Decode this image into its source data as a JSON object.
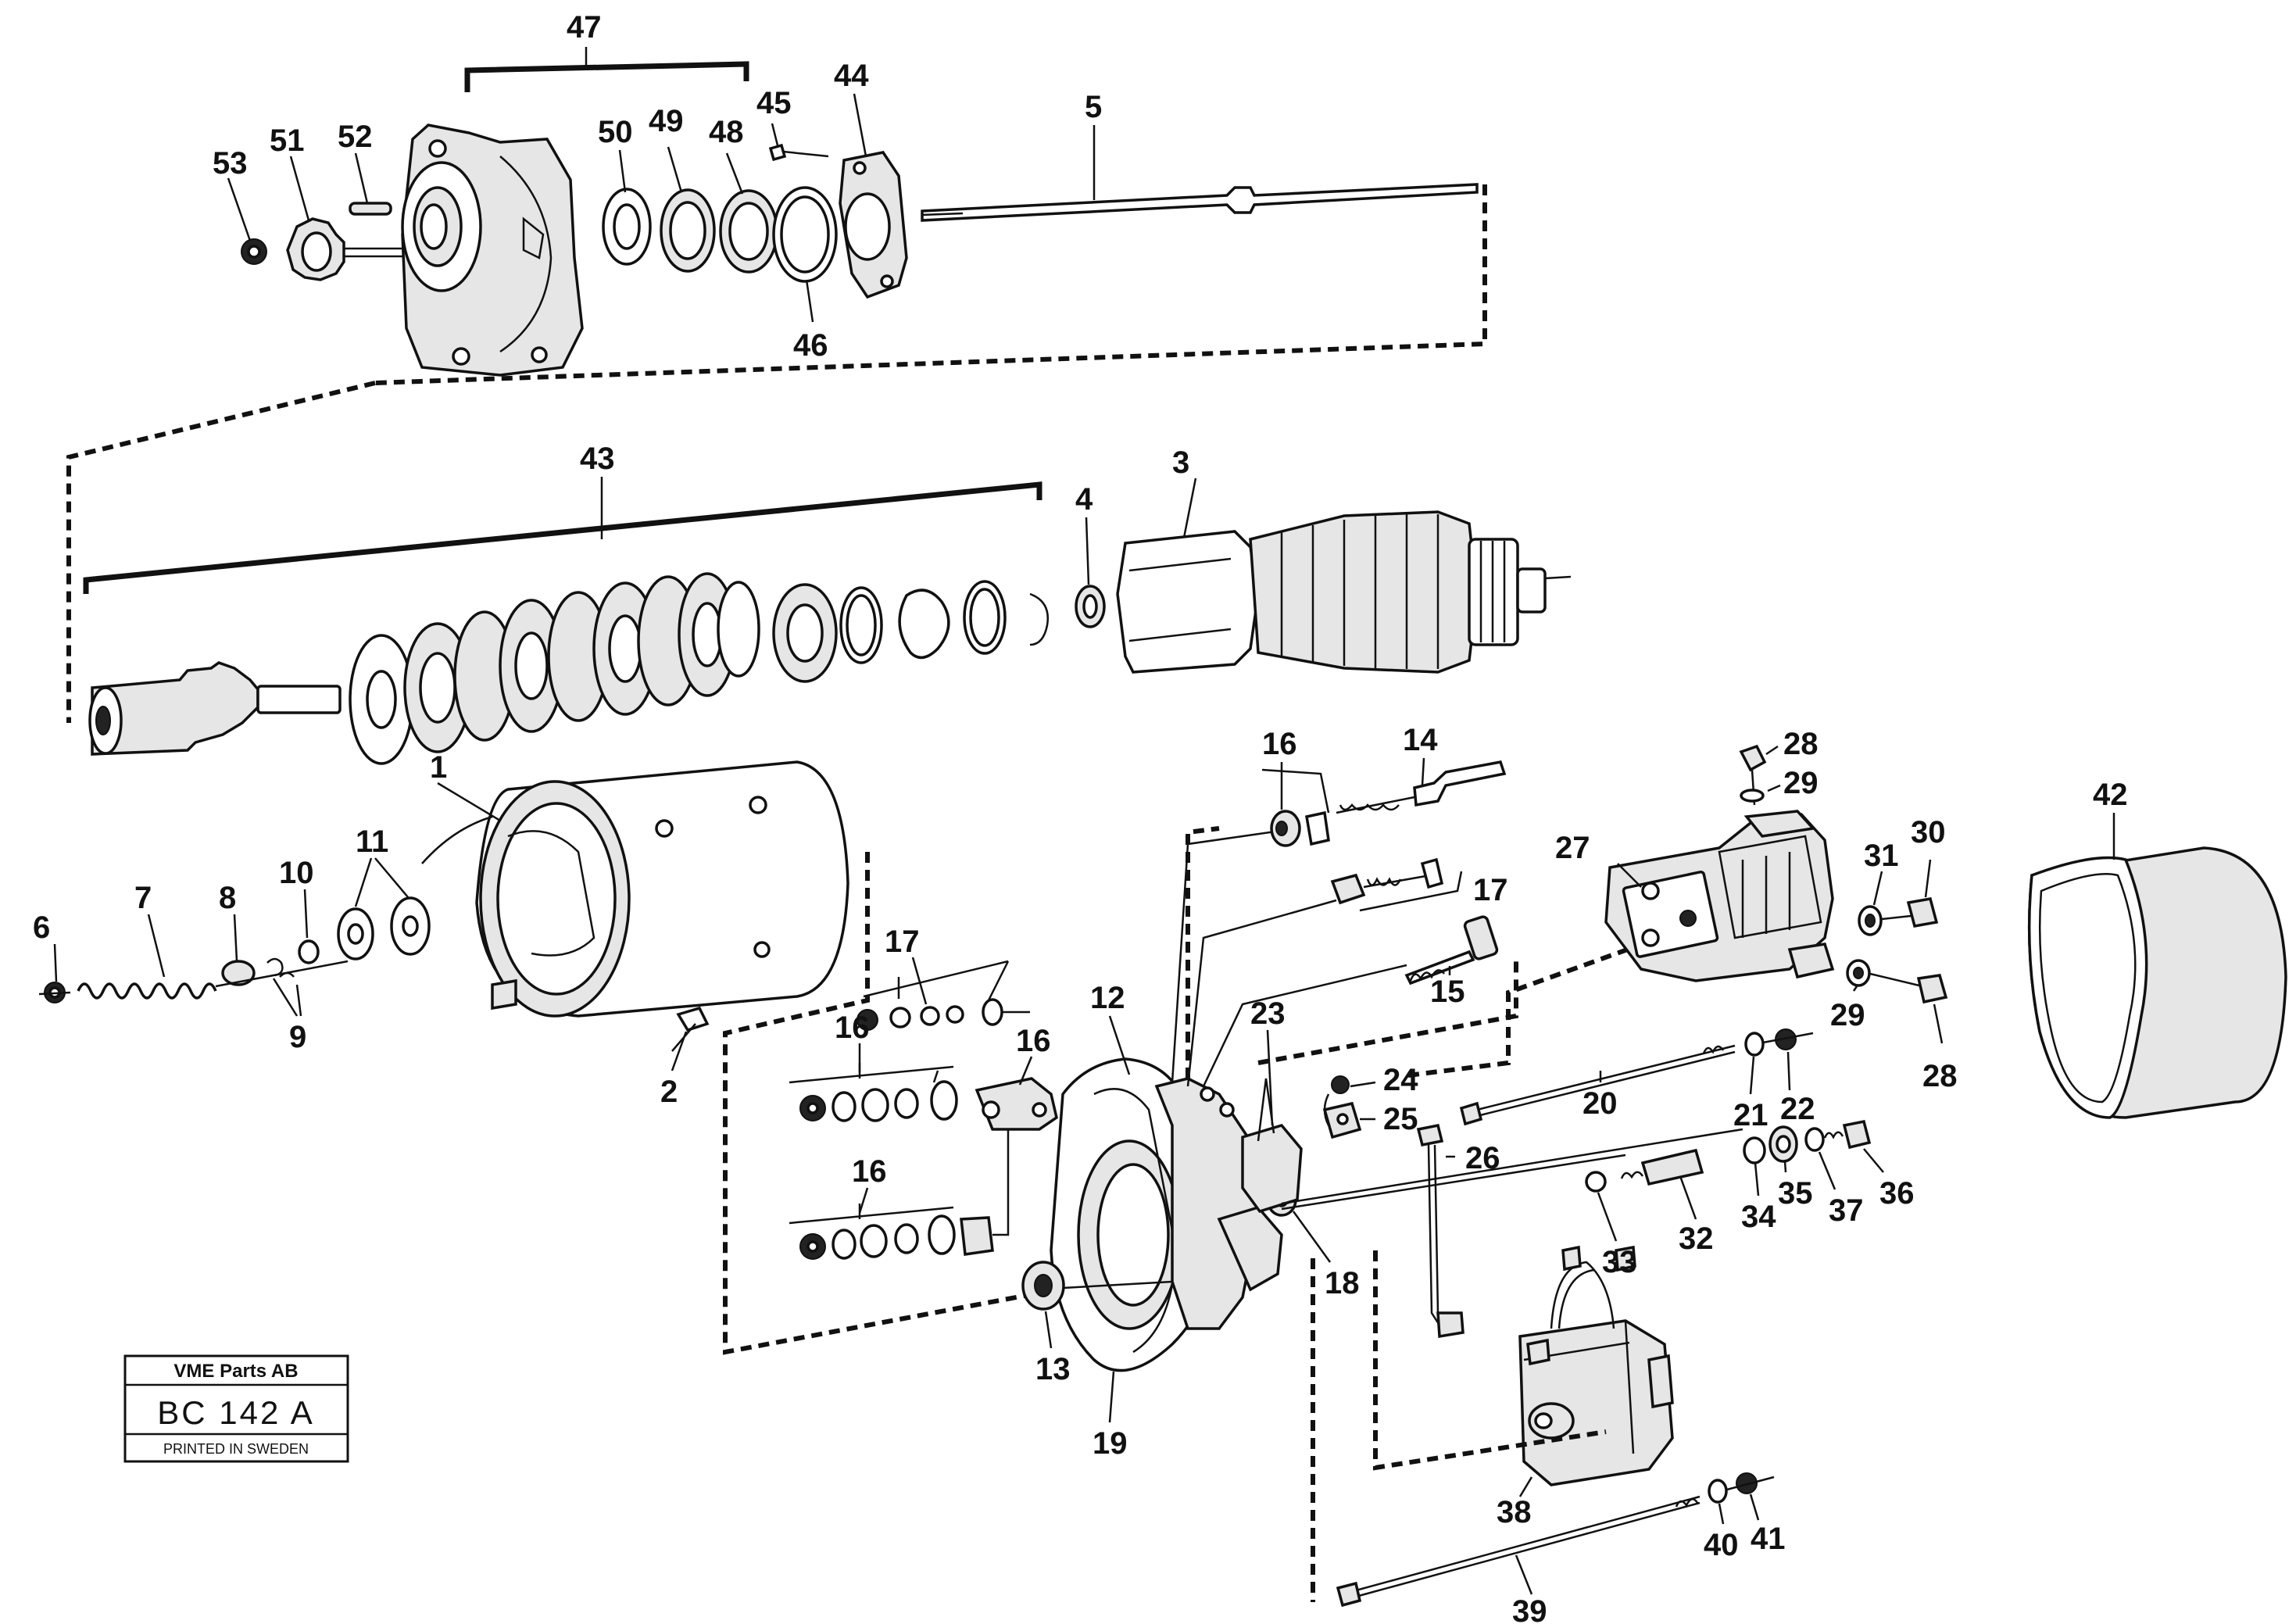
{
  "stamp": {
    "company": "VME Parts AB",
    "code": "BC 142 A",
    "printed": "PRINTED IN SWEDEN"
  },
  "callouts": {
    "c1": "1",
    "c2": "2",
    "c3": "3",
    "c4": "4",
    "c5": "5",
    "c6": "6",
    "c7": "7",
    "c8": "8",
    "c9": "9",
    "c10": "10",
    "c11": "11",
    "c12": "12",
    "c13": "13",
    "c14": "14",
    "c15": "15",
    "c16a": "16",
    "c16b": "16",
    "c16c": "16",
    "c16d": "16",
    "c17a": "17",
    "c17b": "17",
    "c18": "18",
    "c19": "19",
    "c20": "20",
    "c21": "21",
    "c22": "22",
    "c23": "23",
    "c24": "24",
    "c25": "25",
    "c26": "26",
    "c27": "27",
    "c28a": "28",
    "c28b": "28",
    "c29a": "29",
    "c29b": "29",
    "c30": "30",
    "c31": "31",
    "c32": "32",
    "c33": "33",
    "c34": "34",
    "c35": "35",
    "c36": "36",
    "c37": "37",
    "c38": "38",
    "c39": "39",
    "c40": "40",
    "c41": "41",
    "c42": "42",
    "c43": "43",
    "c44": "44",
    "c45": "45",
    "c46": "46",
    "c47": "47",
    "c48": "48",
    "c49": "49",
    "c50": "50",
    "c51": "51",
    "c52": "52",
    "c53": "53"
  }
}
